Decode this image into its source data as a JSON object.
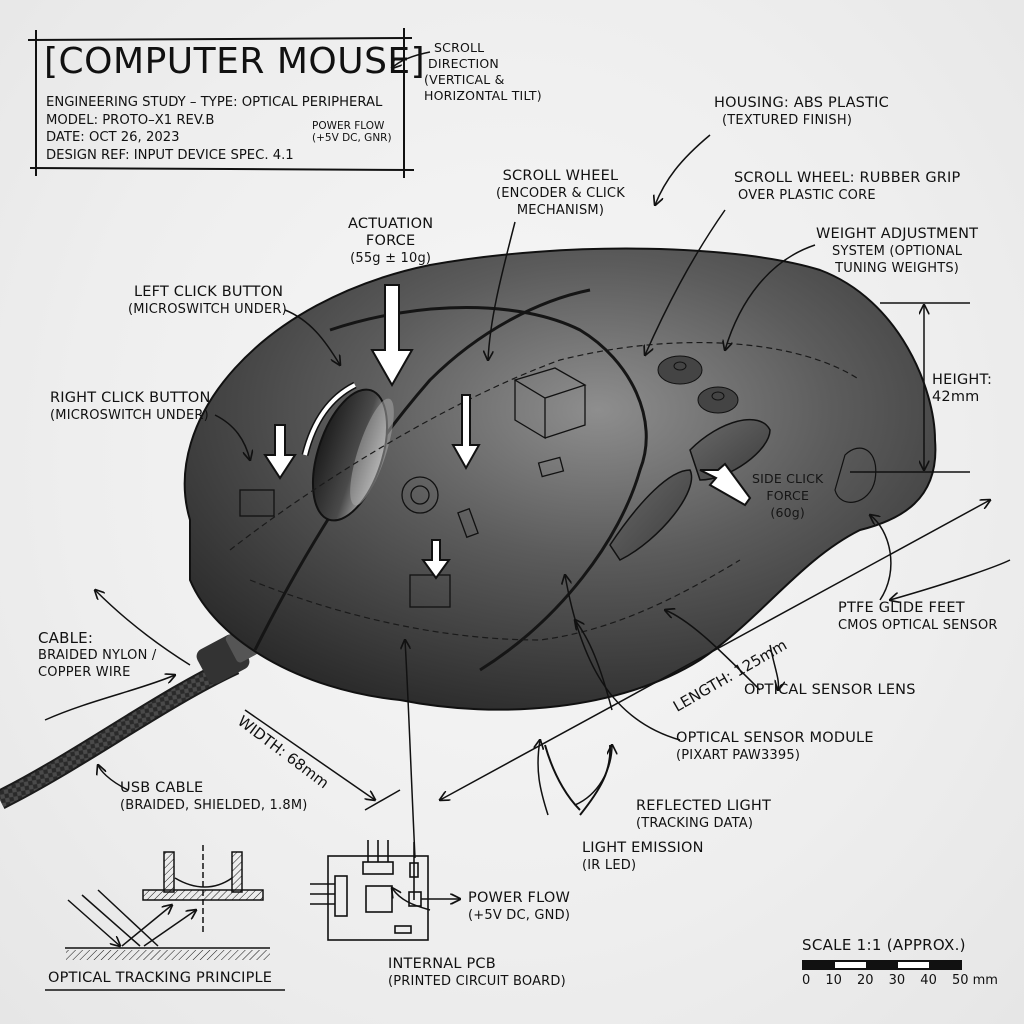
{
  "title_block": {
    "title": "[COMPUTER MOUSE]",
    "meta": [
      "ENGINEERING STUDY – TYPE: OPTICAL PERIPHERAL",
      "MODEL: PROTO–X1  REV.B",
      "DATE: OCT 26, 2023",
      "DESIGN REF: INPUT DEVICE SPEC. 4.1"
    ],
    "power_flow_note": [
      "POWER FLOW",
      "(+5V DC, GNR)"
    ]
  },
  "callouts": {
    "scroll_direction": [
      "SCROLL",
      "DIRECTION",
      "(VERTICAL &",
      "HORIZONTAL TILT)"
    ],
    "housing": [
      "HOUSING: ABS PLASTIC",
      "(TEXTURED FINISH)"
    ],
    "scroll_wheel_encoder": [
      "SCROLL WHEEL",
      "(ENCODER & CLICK",
      "MECHANISM)"
    ],
    "scroll_wheel_grip": [
      "SCROLL WHEEL: RUBBER GRIP",
      "OVER PLASTIC CORE"
    ],
    "actuation_force": [
      "ACTUATION",
      "FORCE",
      "(55g ± 10g)"
    ],
    "weight_system": [
      "WEIGHT ADJUSTMENT",
      "SYSTEM (OPTIONAL",
      "TUNING WEIGHTS)"
    ],
    "left_click": [
      "LEFT CLICK BUTTON",
      "(MICROSWITCH UNDER)"
    ],
    "right_click": [
      "RIGHT CLICK BUTTON",
      "(MICROSWITCH UNDER)"
    ],
    "height": [
      "HEIGHT:",
      "42mm"
    ],
    "side_click": [
      "SIDE CLICK",
      "FORCE",
      "(60g)"
    ],
    "ptfe_feet": [
      "PTFE GLIDE FEET",
      "CMOS OPTICAL SENSOR"
    ],
    "cable": [
      "CABLE:",
      "BRAIDED NYLON /",
      "COPPER WIRE"
    ],
    "length": "LENGTH: 125mm",
    "sensor_lens": "OPTICAL SENSOR LENS",
    "sensor_module": [
      "OPTICAL SENSOR MODULE",
      "(PIXART PAW3395)"
    ],
    "width": "WIDTH: 68mm",
    "usb_cable": [
      "USB CABLE",
      "(BRAIDED, SHIELDED, 1.8M)"
    ],
    "reflected_light": [
      "REFLECTED LIGHT",
      "(TRACKING DATA)"
    ],
    "light_emission": [
      "LIGHT EMISSION",
      "(IR LED)"
    ],
    "power_flow": [
      "POWER FLOW",
      "(+5V DC, GND)"
    ],
    "internal_pcb": [
      "INTERNAL PCB",
      "(PRINTED CIRCUIT BOARD)"
    ],
    "optical_tracking": "OPTICAL TRACKING PRINCIPLE"
  },
  "scale": {
    "title": "SCALE 1:1 (APPROX.)",
    "ticks": [
      "0",
      "10",
      "20",
      "30",
      "40",
      "50 mm"
    ]
  },
  "colors": {
    "ink": "#111111",
    "paper": "#f2f2f2",
    "body_dark": "#3a3a3a",
    "body_light": "#8a8a8a"
  }
}
